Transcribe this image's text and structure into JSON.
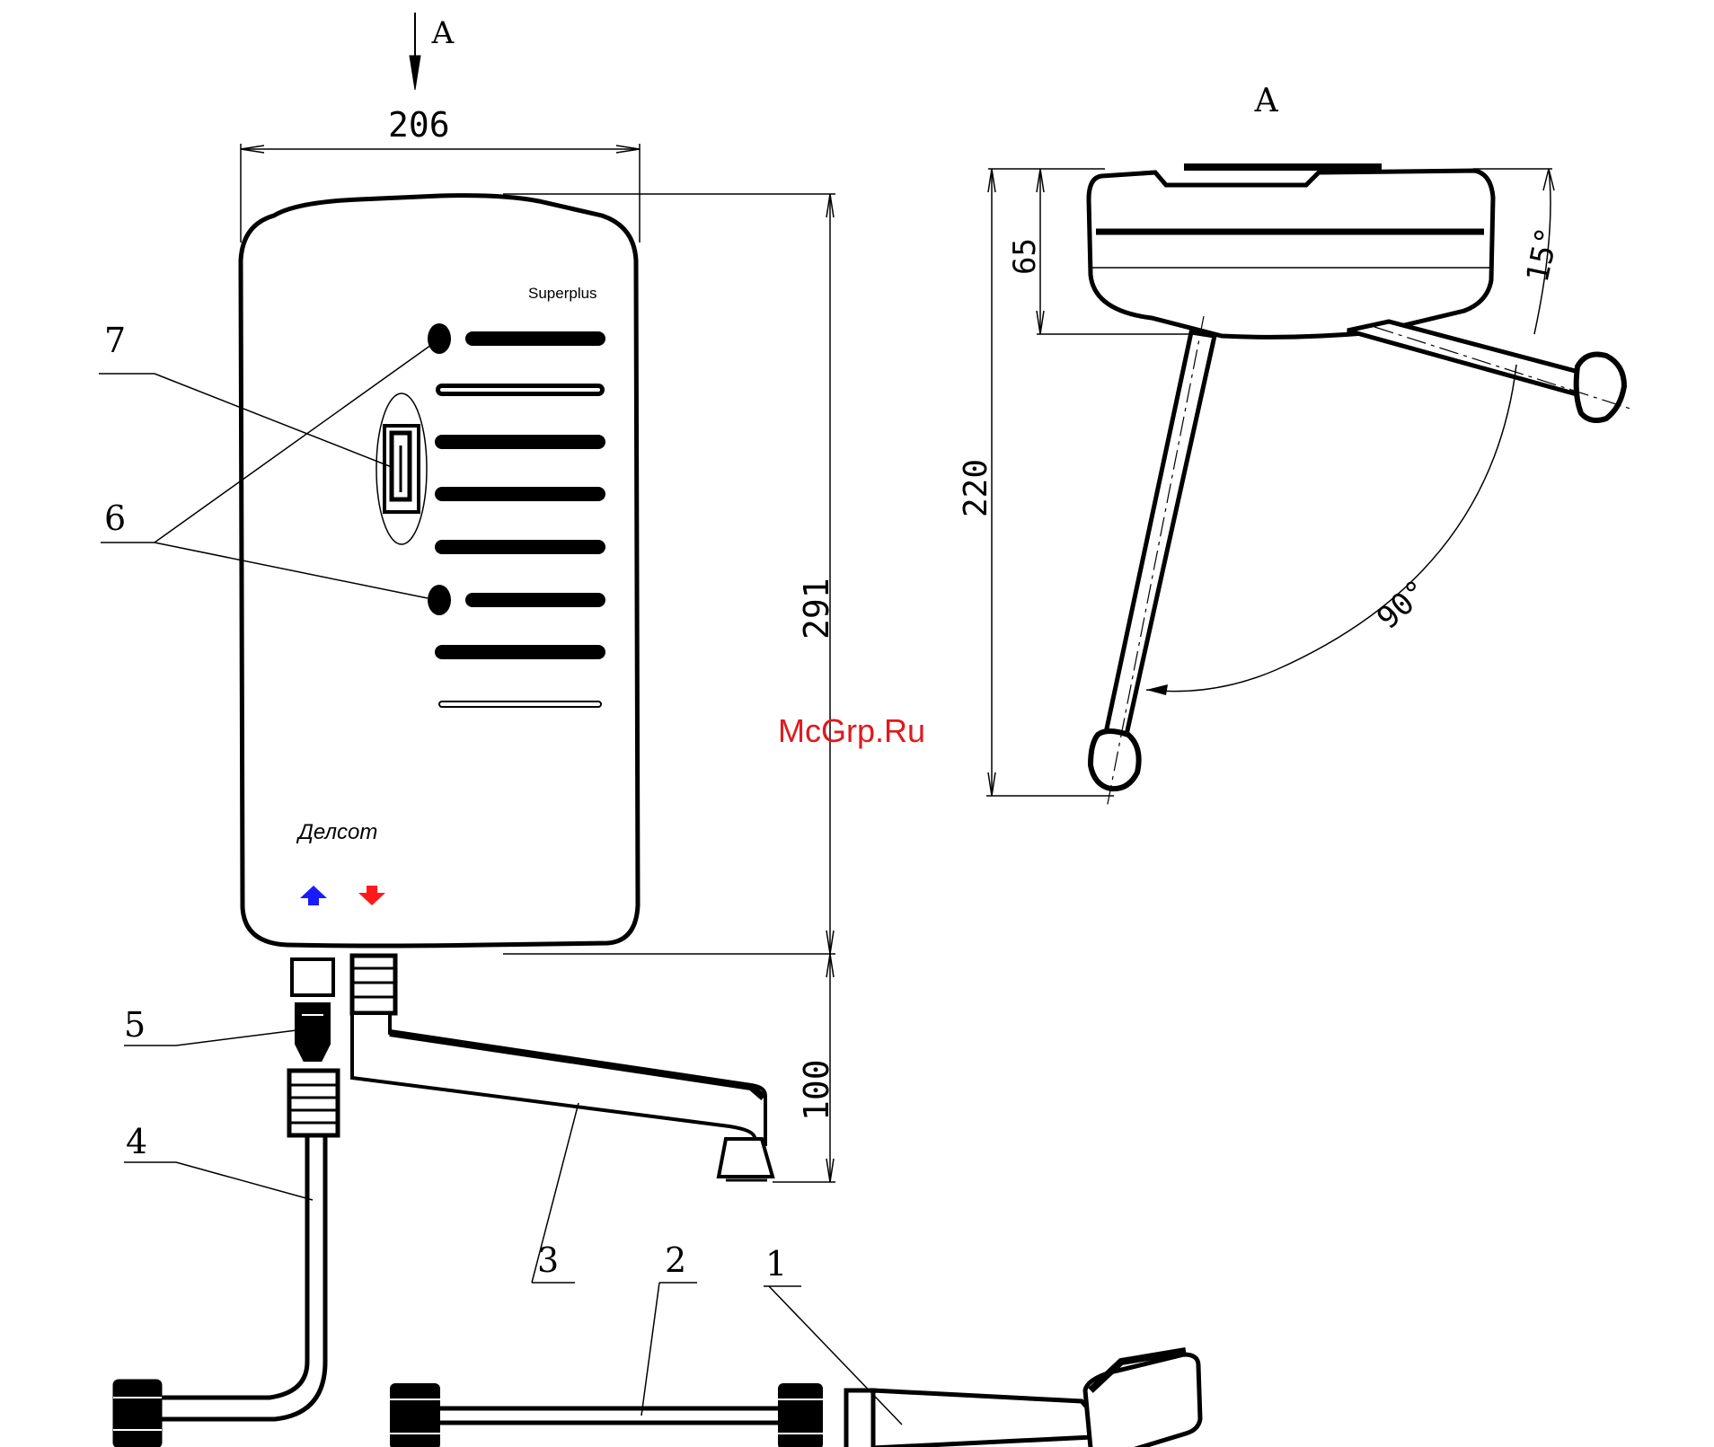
{
  "view_marker": "А",
  "view_title": "А",
  "model_label": "Superplus",
  "brand_label": "Делсот",
  "watermark": "McGrp.Ru",
  "dimensions": {
    "width": "206",
    "height": "291",
    "spout_drop": "100",
    "depth_body": "65",
    "reach": "220",
    "angle_small": "15°",
    "angle_swing": "90°"
  },
  "callouts": {
    "c1": "1",
    "c2": "2",
    "c3": "3",
    "c4": "4",
    "c5": "5",
    "c6": "6",
    "c7": "7"
  },
  "colors": {
    "cold_arrow": "#1a1aff",
    "hot_arrow": "#ff1a1a",
    "watermark": "#e0191f"
  }
}
